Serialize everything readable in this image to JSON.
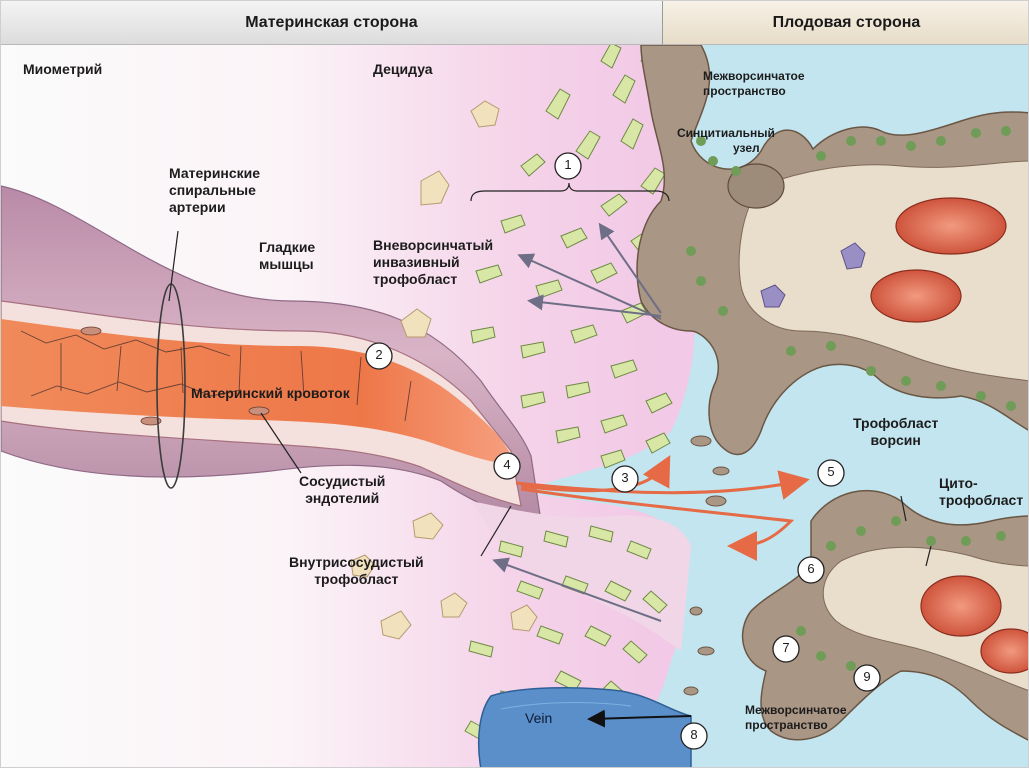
{
  "header": {
    "maternal_side": "Материнская сторона",
    "fetal_side": "Плодовая сторона"
  },
  "labels": {
    "myometrium": "Миометрий",
    "decidua": "Децидуа",
    "intervillous_top_1": "Межворсинчатое",
    "intervillous_top_2": "пространство",
    "syncytial_knot_1": "Синцитиальный",
    "syncytial_knot_2": "узел",
    "spiral_arteries_1": "Материнские",
    "spiral_arteries_2": "спиральные",
    "spiral_arteries_3": "артерии",
    "smooth_muscle_1": "Гладкие",
    "smooth_muscle_2": "мышцы",
    "evt_1": "Вневорсинчатый",
    "evt_2": "инвазивный",
    "evt_3": "трофобласт",
    "maternal_blood_flow": "Материнский кровоток",
    "vascular_endothelium_1": "Сосудистый",
    "vascular_endothelium_2": "эндотелий",
    "endovascular_trophoblast_1": "Внутрисосудистый",
    "endovascular_trophoblast_2": "трофобласт",
    "villous_trophoblast_1": "Трофобласт",
    "villous_trophoblast_2": "ворсин",
    "cytotrophoblast_1": "Цито-",
    "cytotrophoblast_2": "трофобласт",
    "intervillous_bottom_1": "Межворсинчатое",
    "intervillous_bottom_2": "пространство",
    "vein": "Vein"
  },
  "markers": [
    "1",
    "2",
    "3",
    "4",
    "5",
    "6",
    "7",
    "8",
    "9"
  ],
  "colors": {
    "intervillous_space": "#bfe3ee",
    "maternal_blood": "#ef7a4f",
    "vessel_wall": "#c8a2b6",
    "villus_stroma": "#a69483",
    "trophoblast_cell": "#d8e6a4",
    "decidua": "#f3d3ea",
    "vein": "#5a8fc9",
    "fetal_vessel": "#d95b43"
  }
}
